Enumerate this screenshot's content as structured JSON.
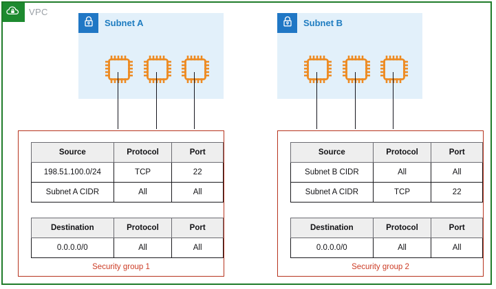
{
  "vpc": {
    "label": "VPC",
    "icon": "vpc-cloud-lock-icon",
    "border_color": "#1e7b28",
    "badge_color": "#1d8a2f"
  },
  "subnets": [
    {
      "title": "Subnet A",
      "icon": "subnet-lock-icon",
      "badge_color": "#2077c5",
      "panel_color": "#e2f0fa",
      "instances": [
        {
          "name": "instance-a1",
          "icon": "ec2-instance-chip-icon"
        },
        {
          "name": "instance-a2",
          "icon": "ec2-instance-chip-icon"
        },
        {
          "name": "instance-a3",
          "icon": "ec2-instance-chip-icon"
        }
      ]
    },
    {
      "title": "Subnet B",
      "icon": "subnet-lock-icon",
      "badge_color": "#2077c5",
      "panel_color": "#e2f0fa",
      "instances": [
        {
          "name": "instance-b1",
          "icon": "ec2-instance-chip-icon"
        },
        {
          "name": "instance-b2",
          "icon": "ec2-instance-chip-icon"
        },
        {
          "name": "instance-b3",
          "icon": "ec2-instance-chip-icon"
        }
      ]
    }
  ],
  "security_groups": [
    {
      "label": "Security group 1",
      "border_color": "#b6321c",
      "label_color": "#cc3b24",
      "inbound": {
        "headers": [
          "Source",
          "Protocol",
          "Port"
        ],
        "rows": [
          [
            "198.51.100.0/24",
            "TCP",
            "22"
          ],
          [
            "Subnet A CIDR",
            "All",
            "All"
          ]
        ]
      },
      "outbound": {
        "headers": [
          "Destination",
          "Protocol",
          "Port"
        ],
        "rows": [
          [
            "0.0.0.0/0",
            "All",
            "All"
          ]
        ]
      }
    },
    {
      "label": "Security group 2",
      "border_color": "#b6321c",
      "label_color": "#cc3b24",
      "inbound": {
        "headers": [
          "Source",
          "Protocol",
          "Port"
        ],
        "rows": [
          [
            "Subnet B CIDR",
            "All",
            "All"
          ],
          [
            "Subnet A CIDR",
            "TCP",
            "22"
          ]
        ]
      },
      "outbound": {
        "headers": [
          "Destination",
          "Protocol",
          "Port"
        ],
        "rows": [
          [
            "0.0.0.0/0",
            "All",
            "All"
          ]
        ]
      }
    }
  ]
}
